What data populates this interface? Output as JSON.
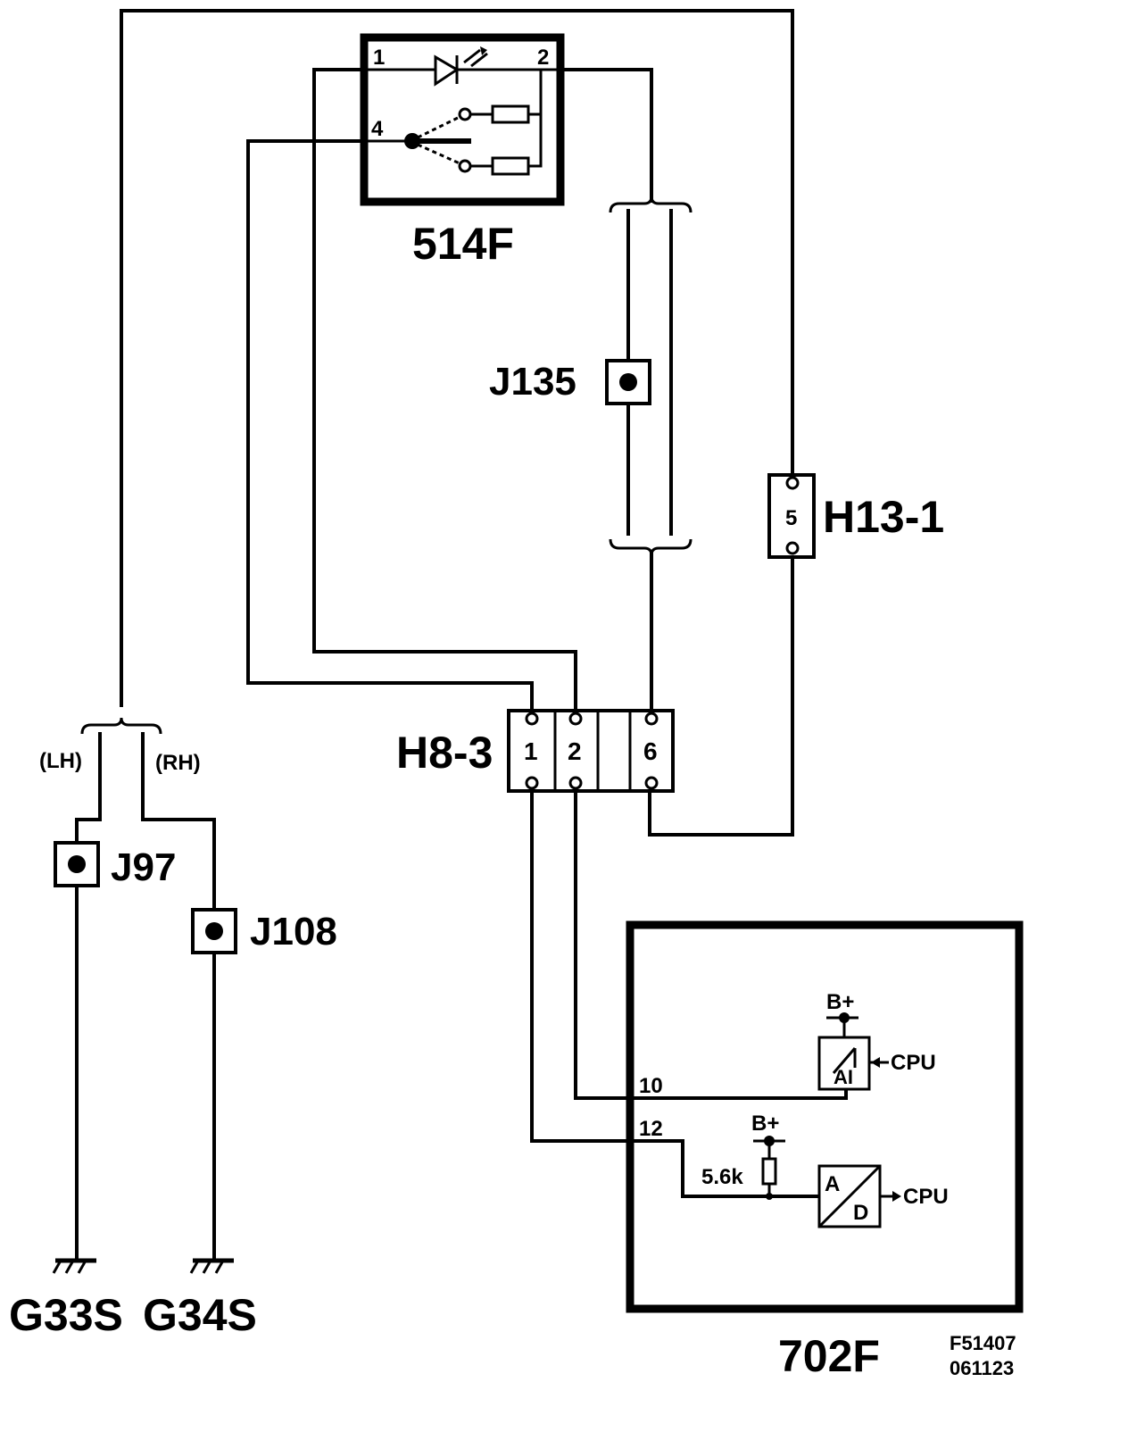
{
  "components": {
    "switch_module": {
      "label": "514F",
      "pins": [
        "1",
        "2",
        "4"
      ]
    },
    "splice_j135": {
      "label": "J135"
    },
    "connector_h13": {
      "label": "H13-1",
      "pin": "5"
    },
    "connector_h8": {
      "label": "H8-3",
      "pins": [
        "1",
        "2",
        "6"
      ]
    },
    "splice_j97": {
      "label": "J97"
    },
    "splice_j108": {
      "label": "J108"
    },
    "control_module": {
      "label": "702F",
      "pins": [
        "10",
        "12"
      ],
      "supply_1": "B+",
      "supply_2": "B+",
      "cpu_1": "CPU",
      "cpu_2": "CPU",
      "resistor": "5.6k",
      "adc_a": "A",
      "adc_d": "D",
      "ai": "AI"
    },
    "grounds": [
      "G33S",
      "G34S"
    ]
  },
  "branches": {
    "lh": "(LH)",
    "rh": "(RH)"
  },
  "figure_id": [
    "F51407",
    "061123"
  ]
}
